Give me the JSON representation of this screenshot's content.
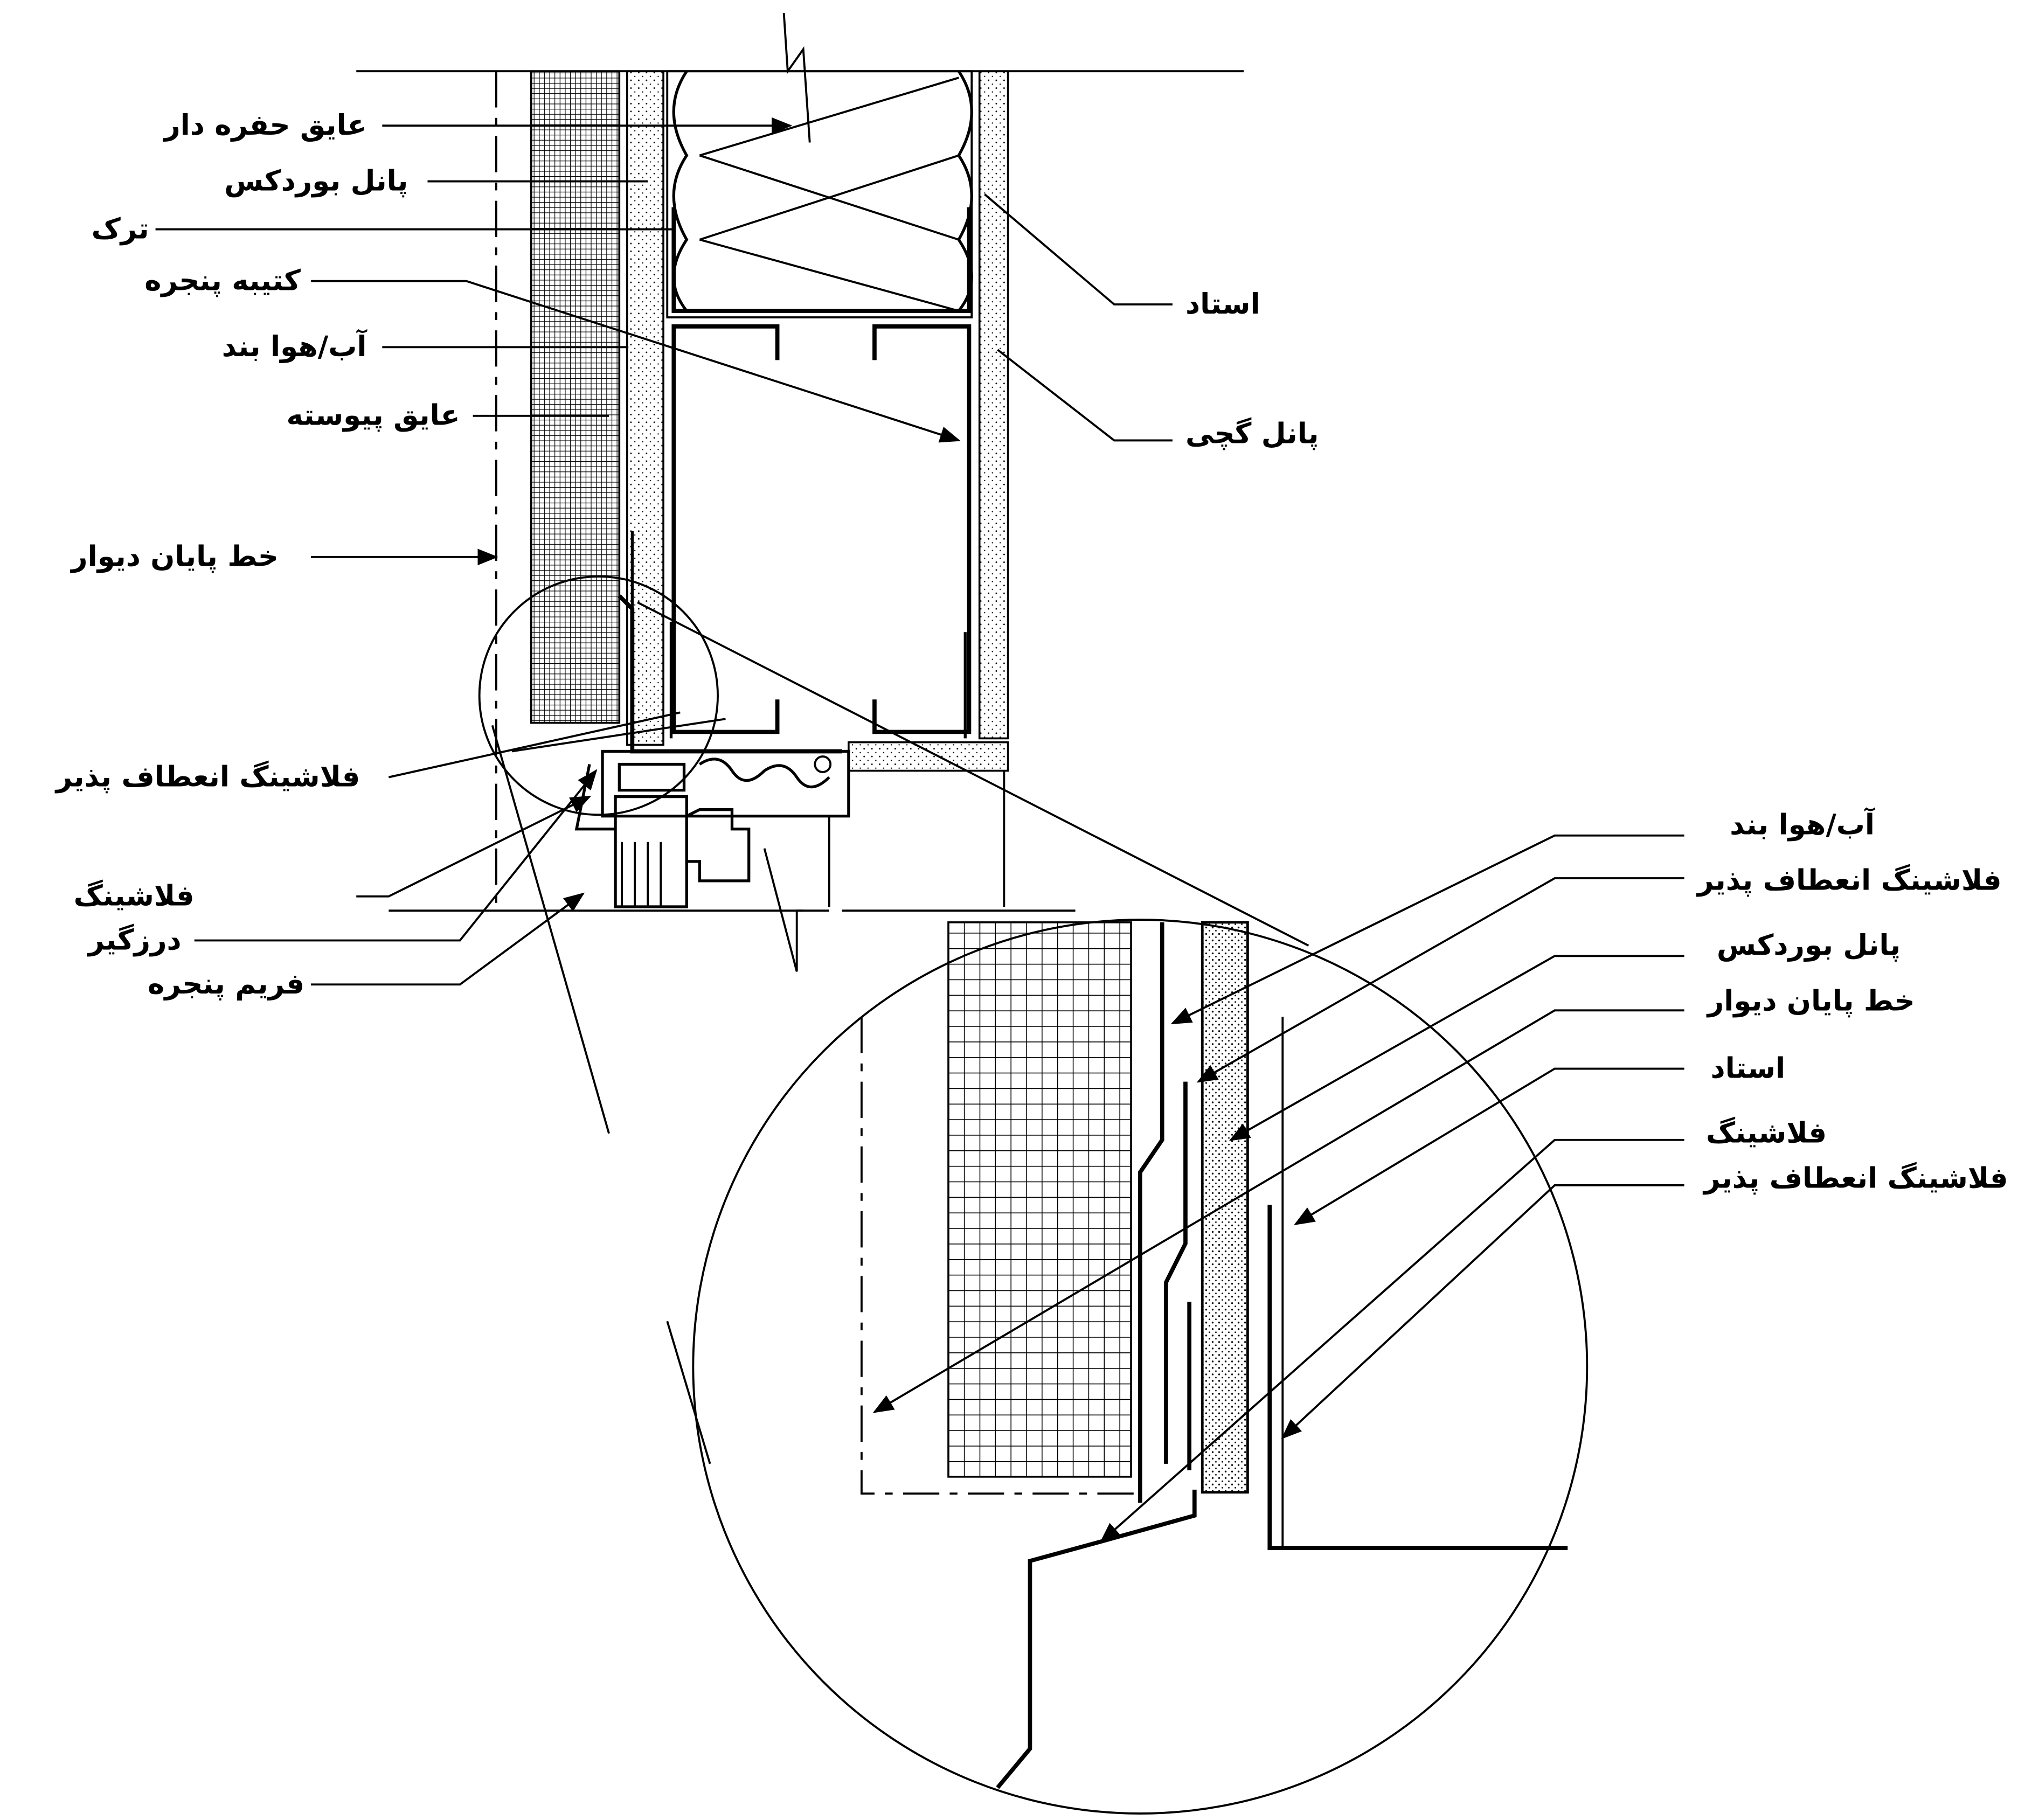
{
  "title": "جزئیات اجرایی کتیبه پنجره",
  "main_labels_left": [
    "عایق حفره دار",
    "پانل بوردکس",
    "ترک",
    "کتیبه پنجره",
    "آب/هوا بند",
    "عایق پیوسته",
    "خط پایان دیوار",
    "فلاشینگ انعطاف پذیر",
    "فلاشینگ",
    "درزگیر",
    "فریم پنجره"
  ],
  "main_labels_right": [
    "استاد",
    "پانل گچی"
  ],
  "detail_labels": [
    "آب/هوا بند",
    "فلاشینگ انعطاف پذیر",
    "پانل بوردکس",
    "خط پایان دیوار",
    "استاد",
    "فلاشینگ",
    "فلاشینگ انعطاف پذیر"
  ],
  "colors": {
    "ink": "#000000",
    "background": "#ffffff"
  }
}
